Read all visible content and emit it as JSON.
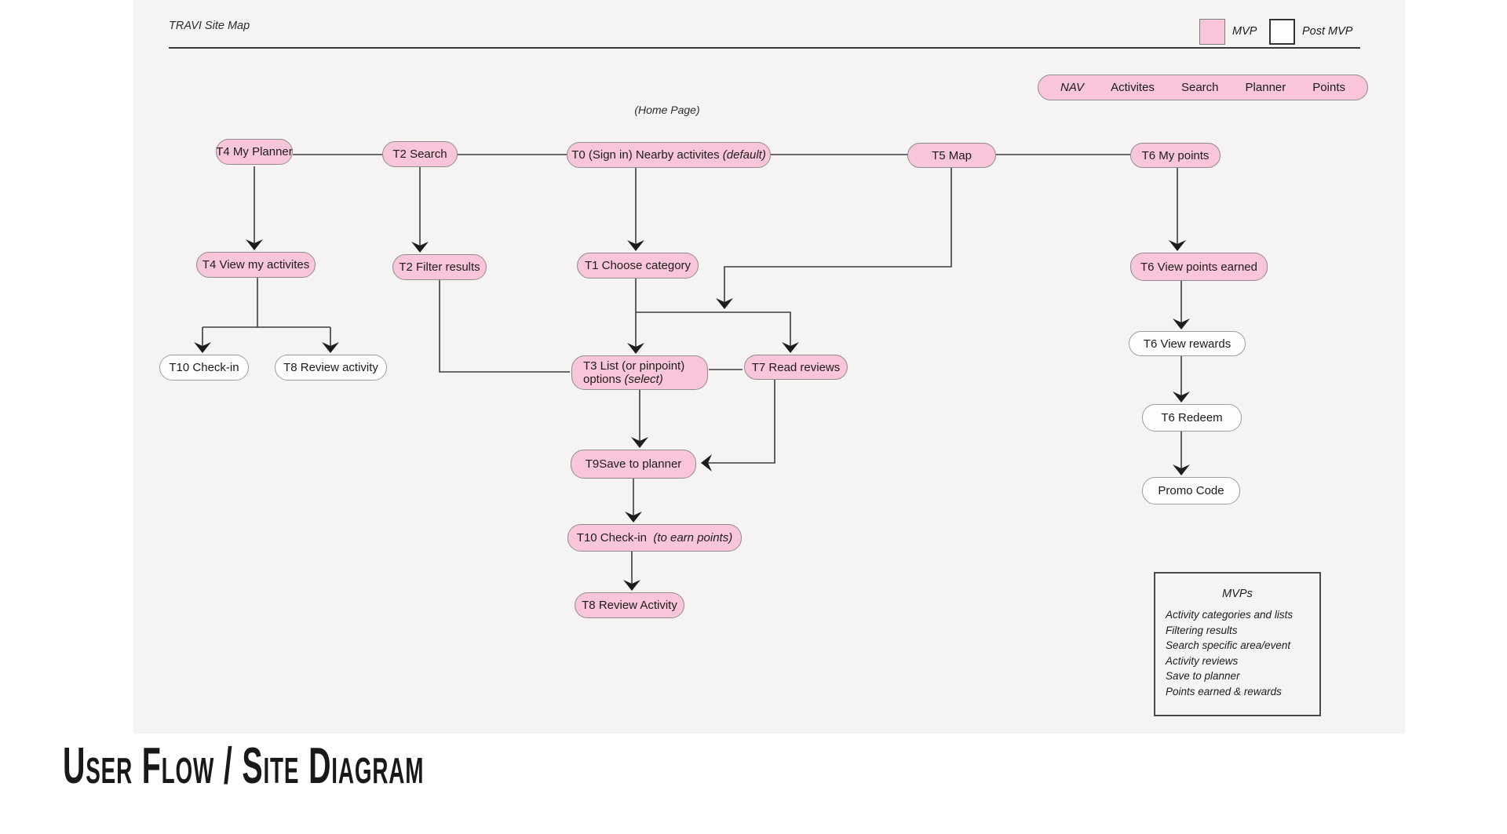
{
  "page": {
    "header_title": "TRAVI Site Map",
    "big_title": "User Flow / Site Diagram",
    "home_page_label": "(Home Page)"
  },
  "colors": {
    "mvp_pink": "#f8c5da",
    "post_mvp_white": "#ffffff",
    "line": "#3c3c3c"
  },
  "legend": {
    "mvp_label": "MVP",
    "post_mvp_label": "Post MVP"
  },
  "nav": {
    "title": "NAV",
    "items": [
      "Activites",
      "Search",
      "Planner",
      "Points"
    ]
  },
  "nodes": {
    "t4_planner": {
      "label": "T4 My Planner",
      "type": "mvp"
    },
    "t2_search": {
      "label": "T2 Search",
      "type": "mvp"
    },
    "t0_home": {
      "label": "T0 (Sign in) Nearby activites ",
      "suffix": "(default)",
      "type": "mvp"
    },
    "t5_map": {
      "label": "T5 Map",
      "type": "mvp"
    },
    "t6_points": {
      "label": "T6 My points",
      "type": "mvp"
    },
    "t4_view": {
      "label": "T4 View my activites",
      "type": "mvp"
    },
    "t2_filter": {
      "label": "T2 Filter results",
      "type": "mvp"
    },
    "t1_choose": {
      "label": "T1 Choose category",
      "type": "mvp"
    },
    "t6_earned": {
      "label": "T6 View points earned",
      "type": "mvp"
    },
    "t10_checkin": {
      "label": "T10 Check-in",
      "type": "post-mvp"
    },
    "t8_review": {
      "label": "T8 Review activity",
      "type": "post-mvp"
    },
    "t3_list": {
      "line1": "T3 List (or pinpoint)",
      "line2": "options ",
      "suffix": "(select)",
      "type": "mvp"
    },
    "t7_read": {
      "label": "T7 Read reviews",
      "type": "mvp"
    },
    "t6_rewards": {
      "label": "T6 View rewards",
      "type": "post-mvp"
    },
    "t9_save": {
      "label": "T9Save to planner",
      "type": "mvp"
    },
    "t6_redeem": {
      "label": "T6 Redeem",
      "type": "post-mvp"
    },
    "t10_earn": {
      "label": "T10 Check-in ",
      "suffix": "(to earn points)",
      "type": "mvp"
    },
    "promo": {
      "label": "Promo Code",
      "type": "post-mvp"
    },
    "t8_activity": {
      "label": "T8 Review Activity",
      "type": "mvp"
    }
  },
  "mvps_box": {
    "title": "MVPs",
    "items": [
      "Activity categories and lists",
      "Filtering results",
      "Search specific area/event",
      "Activity reviews",
      "Save to planner",
      "Points earned & rewards"
    ]
  }
}
